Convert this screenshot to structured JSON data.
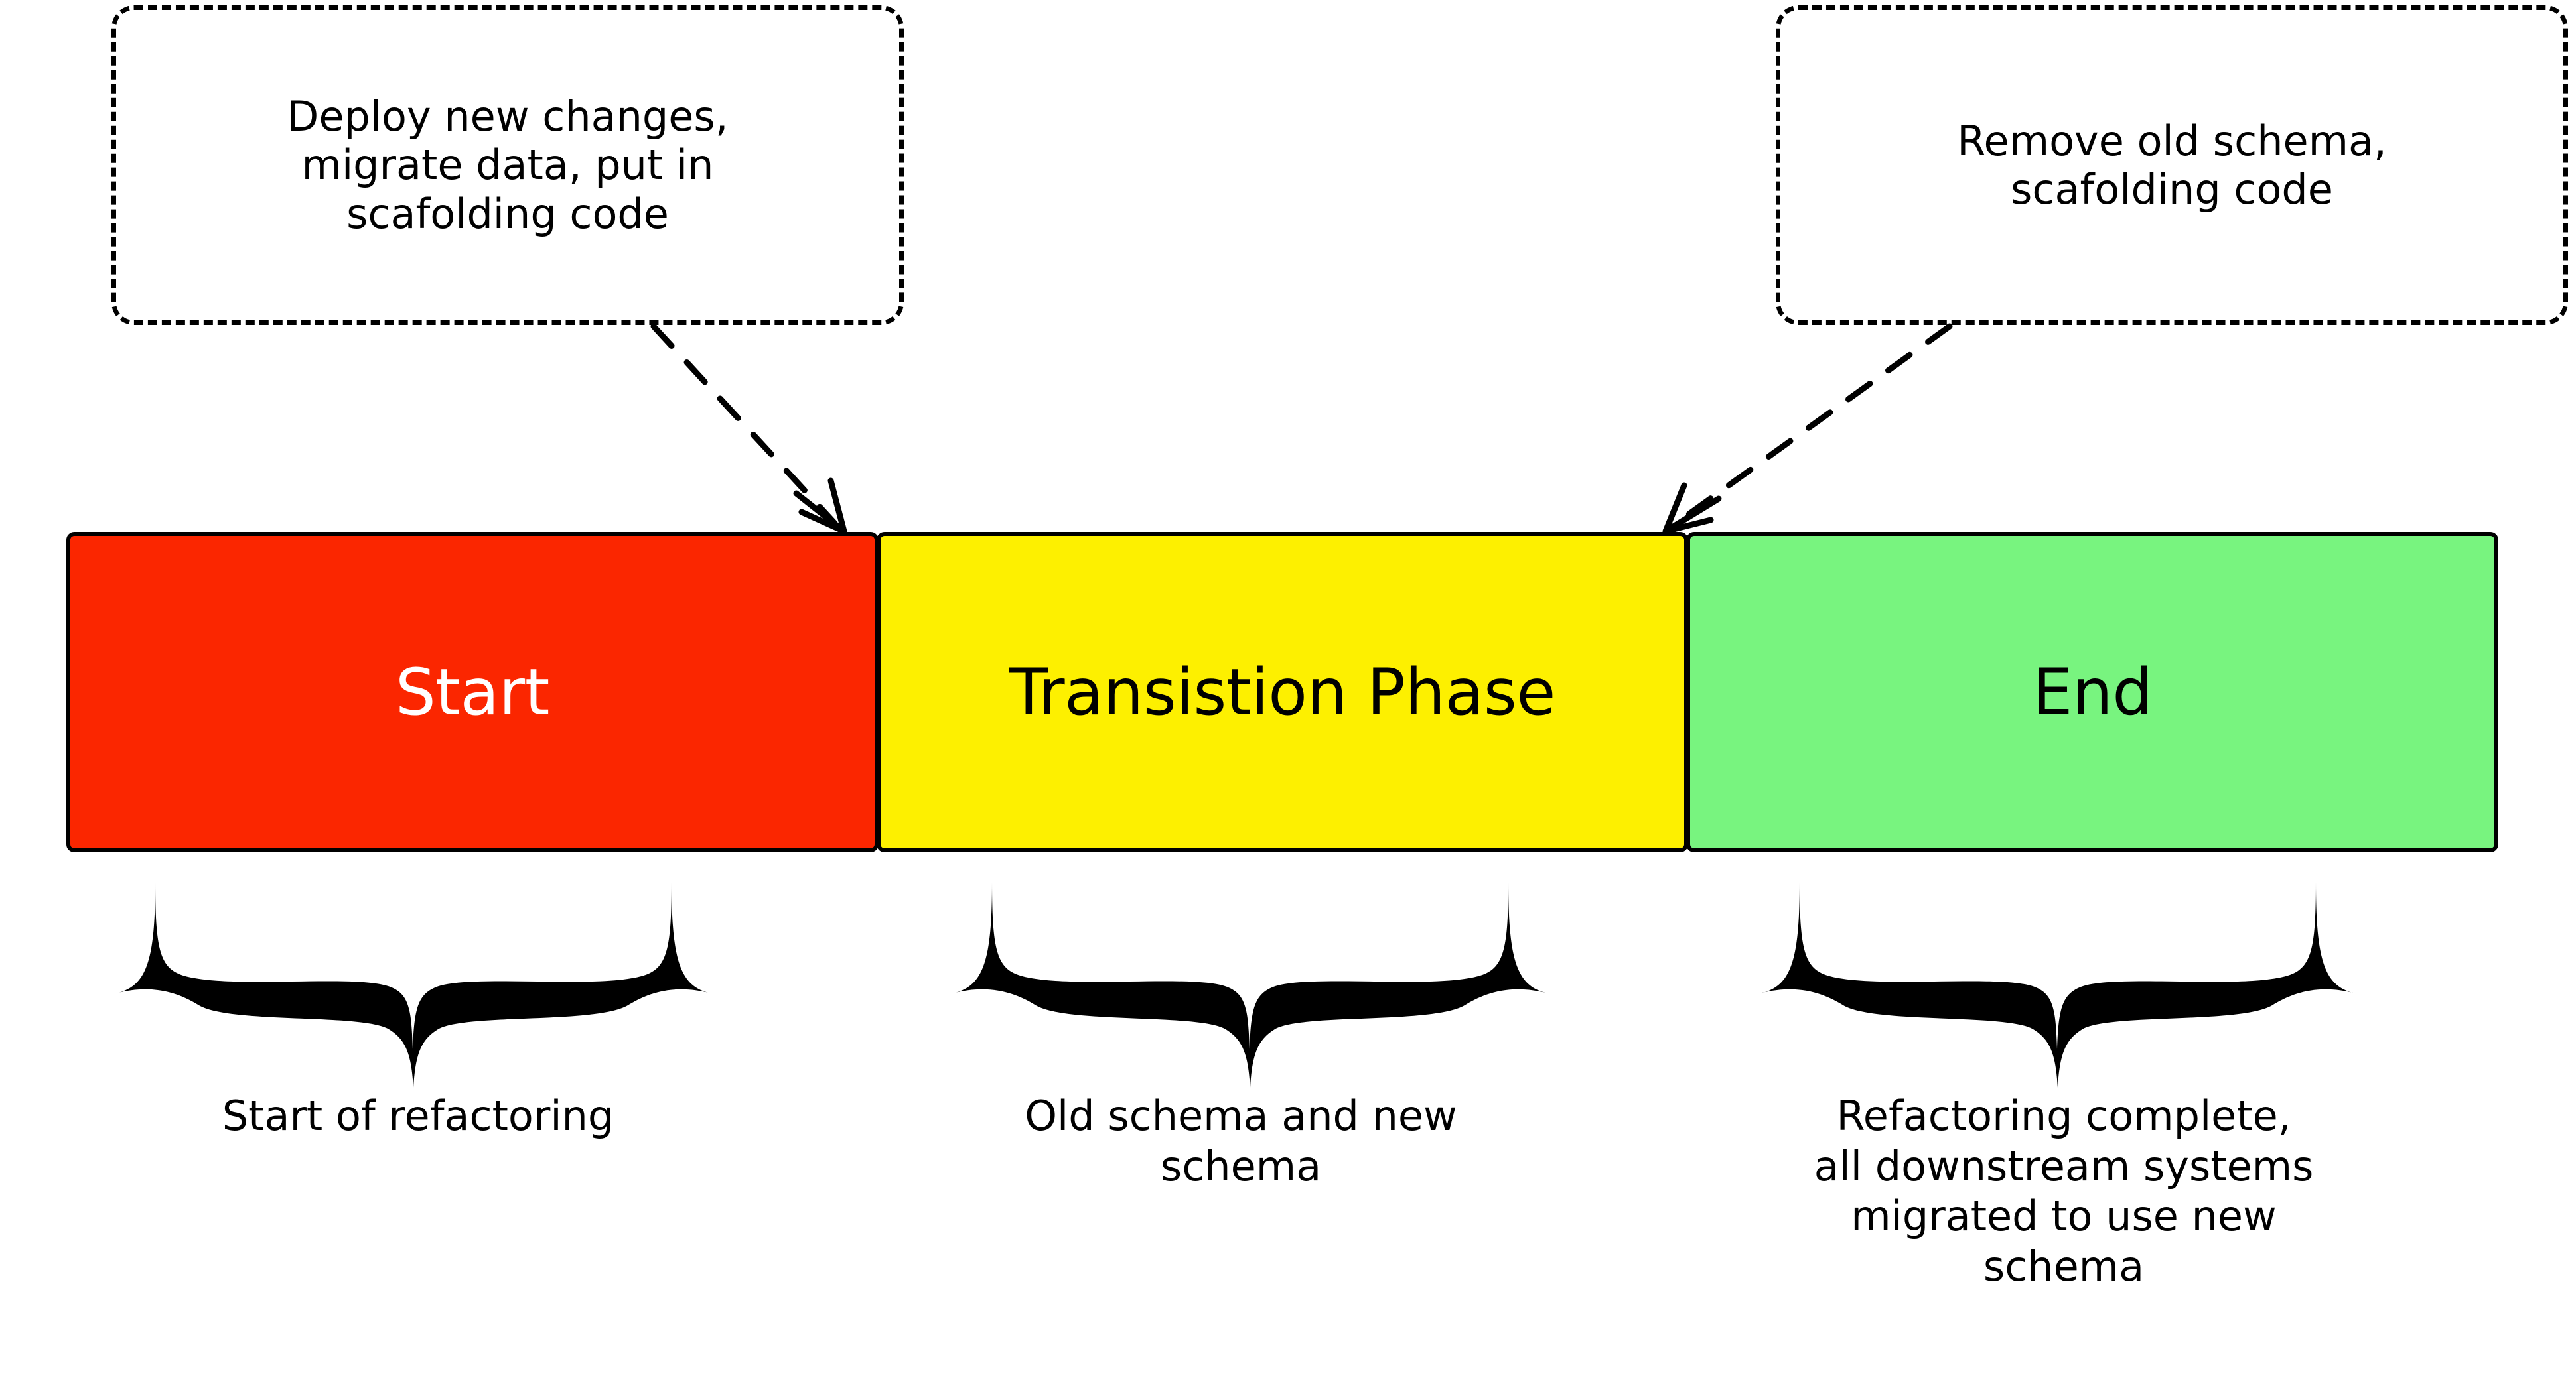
{
  "diagram": {
    "title_text": "",
    "background_color": "#FFFFFF",
    "callouts": [
      {
        "id": "deploy-changes",
        "text": "Deploy new changes,\nmigrate data, put in\nscafolding code",
        "points_to": "start-transition-boundary"
      },
      {
        "id": "remove-old-schema",
        "text": "Remove old schema,\nscafolding code",
        "points_to": "transition-end-boundary"
      }
    ],
    "timeline": {
      "segments": [
        {
          "id": "start",
          "label": "Start",
          "fill_color": "#FB2600",
          "text_color": "#FFFFFF",
          "caption": "Start of refactoring"
        },
        {
          "id": "transition",
          "label": "Transistion Phase",
          "fill_color": "#FDF000",
          "text_color": "#000000",
          "caption": "Old schema and new\nschema"
        },
        {
          "id": "end",
          "label": "End",
          "fill_color": "#78F47F",
          "text_color": "#000000",
          "caption": "Refactoring complete,\nall downstream systems\nmigrated to use new\nschema"
        }
      ],
      "border_color": "#000000"
    },
    "connector_style": "dashed-arrow",
    "brace_color": "#000000"
  }
}
